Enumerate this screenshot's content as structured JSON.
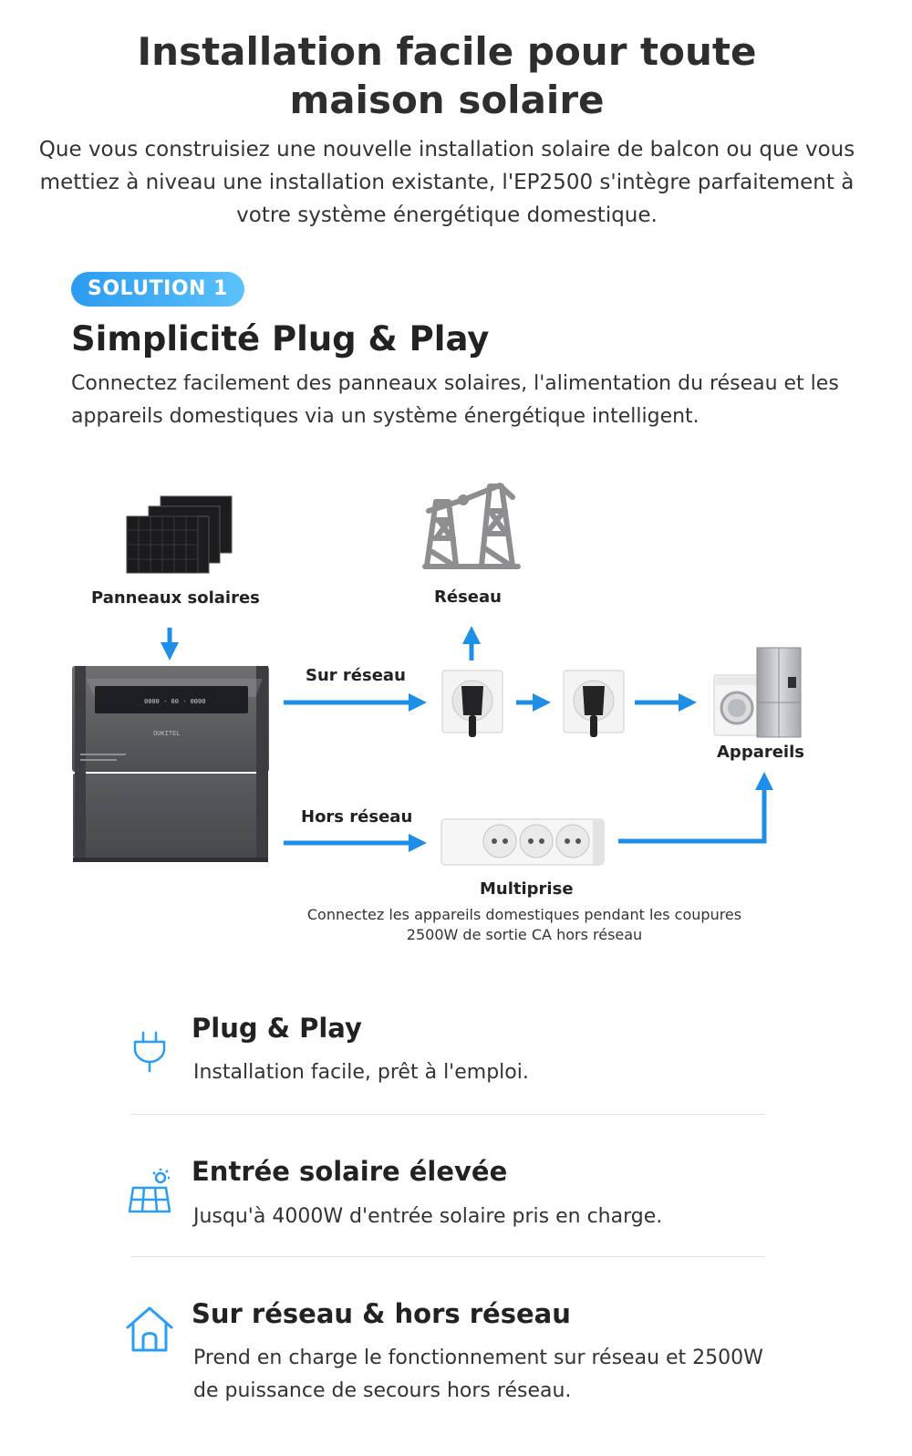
{
  "header": {
    "title_line1": "Installation facile pour toute",
    "title_line2": "maison solaire",
    "subtitle": "Que vous construisiez une nouvelle installation solaire de balcon ou que vous mettiez à niveau une installation existante, l'EP2500 s'intègre parfaitement à votre système énergétique domestique."
  },
  "solution": {
    "badge": "SOLUTION 1",
    "title": "Simplicité Plug & Play",
    "description": "Connectez facilement des panneaux solaires, l'alimentation du réseau et les appareils domestiques via un système énergétique intelligent."
  },
  "diagram": {
    "solar_label": "Panneaux solaires",
    "grid_label": "Réseau",
    "on_grid_label": "Sur réseau",
    "off_grid_label": "Hors réseau",
    "appliances_label": "Appareils",
    "power_strip_label": "Multiprise",
    "note_line1": "Connectez les appareils domestiques pendant les coupures",
    "note_line2": "2500W de sortie CA hors réseau",
    "device_brand": "OUKITEL",
    "arrow_color": "#1e8fe6"
  },
  "features": [
    {
      "icon": "plug-icon",
      "title": "Plug & Play",
      "description": "Installation facile, prêt à l'emploi."
    },
    {
      "icon": "solar-panel-icon",
      "title": "Entrée solaire élevée",
      "description": "Jusqu'à 4000W d'entrée solaire pris en charge."
    },
    {
      "icon": "home-icon",
      "title": "Sur réseau & hors réseau",
      "description": "Prend en charge le fonctionnement sur réseau et 2500W de puissance de secours hors réseau."
    }
  ]
}
